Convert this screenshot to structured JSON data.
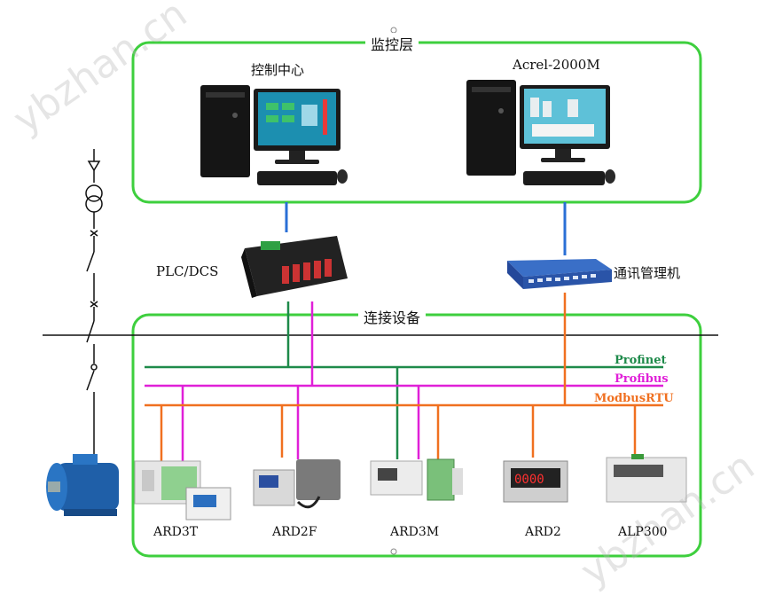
{
  "zones": {
    "monitor_title": "监控层",
    "device_title": "连接设备"
  },
  "computers": [
    {
      "label": "控制中心"
    },
    {
      "label": "Acrel-2000M"
    }
  ],
  "controllers": {
    "plc_label": "PLC/DCS",
    "switch_label": "通讯管理机"
  },
  "buses": [
    {
      "name": "Profinet",
      "color": "#1e8a4a"
    },
    {
      "name": "Profibus",
      "color": "#e020d8"
    },
    {
      "name": "ModbusRTU",
      "color": "#f07020"
    }
  ],
  "devices": [
    {
      "label": "ARD3T"
    },
    {
      "label": "ARD2F"
    },
    {
      "label": "ARD3M"
    },
    {
      "label": "ARD2"
    },
    {
      "label": "ALP300"
    }
  ],
  "watermark": "ybzhan.cn",
  "colors": {
    "zone_border": "#3ecf3e",
    "uplink": "#2a6fd6"
  }
}
